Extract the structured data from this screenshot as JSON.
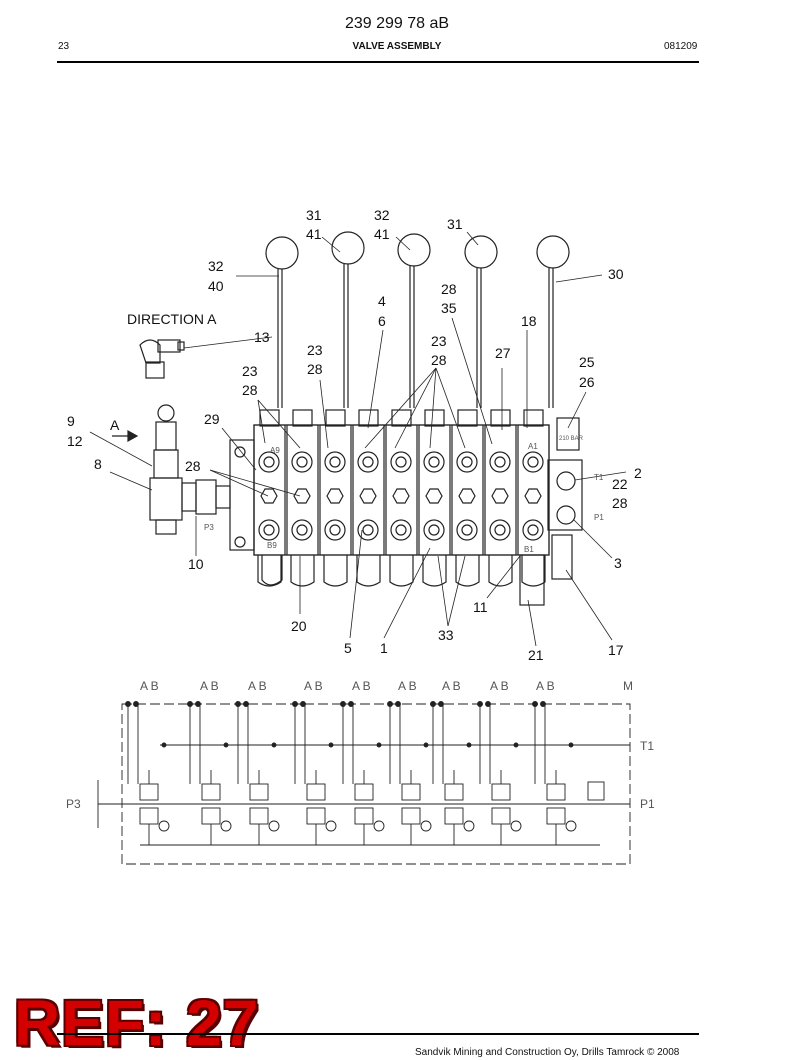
{
  "header": {
    "doc_number": "239 299 78 aB",
    "page_number": "23",
    "section_title": "VALVE ASSEMBLY",
    "date": "081209"
  },
  "drawing": {
    "view_label": "DIRECTION  A",
    "arrow_label": "A",
    "callouts": {
      "c31a": "31",
      "c41a": "41",
      "c32a": "32",
      "c41b": "41",
      "c31b": "31",
      "c32b": "32",
      "c40": "40",
      "c30": "30",
      "c4": "4",
      "c6": "6",
      "c28a": "28",
      "c35": "35",
      "c18": "18",
      "c13": "13",
      "c23a": "23",
      "c28b": "28",
      "c23b": "23",
      "c28c": "28",
      "c27": "27",
      "c25": "25",
      "c26": "26",
      "c23c": "23",
      "c28d": "28",
      "c9": "9",
      "c12": "12",
      "c29": "29",
      "c8": "8",
      "c28e": "28",
      "c2": "2",
      "c22": "22",
      "c28f": "28",
      "c10": "10",
      "c3": "3",
      "c11": "11",
      "c20": "20",
      "c33": "33",
      "c5": "5",
      "c1": "1",
      "c21": "21",
      "c17": "17"
    },
    "valve_markings": {
      "a9": "A9",
      "b9": "B9",
      "p3": "P3",
      "a1": "A1",
      "b1": "B1",
      "t1": "T1",
      "p1": "P1",
      "bar": "210 BAR"
    },
    "schematic": {
      "port_labels": [
        "A B",
        "A B",
        "A B",
        "A B",
        "A B",
        "A B",
        "A B",
        "A B",
        "A B"
      ],
      "m_label": "M",
      "t1_label": "T1",
      "p1_label": "P1",
      "p3_label": "P3"
    }
  },
  "footer": {
    "stamp": "REF: 27",
    "copyright": "Sandvik Mining and Construction Oy, Drills Tamrock © 2008"
  }
}
